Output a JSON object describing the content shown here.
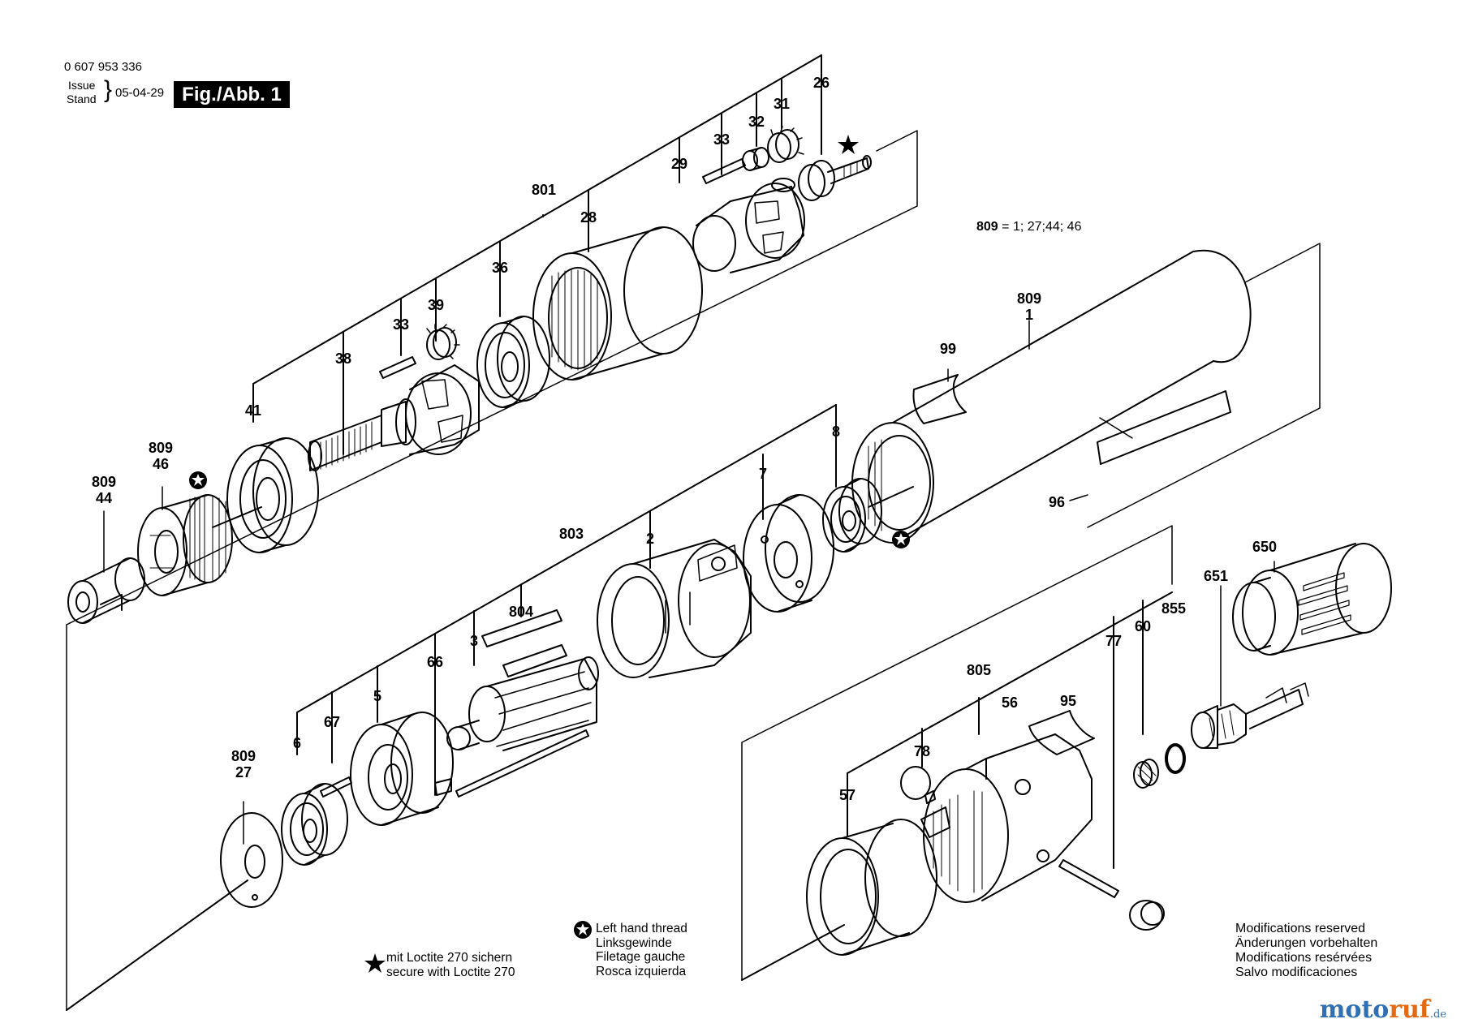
{
  "header": {
    "part_number": "0 607 953 336",
    "issue_label": "Issue",
    "stand_label": "Stand",
    "date": "05-04-29",
    "figure_label": "Fig./Abb. 1"
  },
  "kit_formula": "= 1; 27;44; 46",
  "kit_formula_lead": "809",
  "legend_left_thread": [
    "Left hand thread",
    "Linksgewinde",
    "Filetage gauche",
    "Rosca izquierda"
  ],
  "legend_loctite": [
    "mit Loctite 270 sichern",
    "secure with Loctite 270"
  ],
  "modifications": [
    "Modifications reserved",
    "Änderungen vorbehalten",
    "Modifications resérvées",
    "Salvo modificaciones"
  ],
  "watermark": {
    "part1": "moto",
    "part2": "ruf",
    "part3": ".de"
  },
  "colors": {
    "ink": "#000000",
    "paper": "#ffffff",
    "figure_box": "#000000",
    "wm_blue": "#2f6fb3",
    "wm_orange": "#e36a12"
  },
  "callouts": {
    "c801": "801",
    "c28": "28",
    "c29": "29",
    "c33a": "33",
    "c32": "32",
    "c31": "31",
    "c26": "26",
    "c36": "36",
    "c39": "39",
    "c33b": "33",
    "c38": "38",
    "c41": "41",
    "c809a": "809",
    "c46": "46",
    "c809b": "809",
    "c44": "44",
    "c809c": "809",
    "c1": "1",
    "c99": "99",
    "c96": "96",
    "c8": "8",
    "c7": "7",
    "c803": "803",
    "c2": "2",
    "c804": "804",
    "c3": "3",
    "c66": "66",
    "c5": "5",
    "c67": "67",
    "c6": "6",
    "c809d": "809",
    "c27": "27",
    "c650": "650",
    "c651": "651",
    "c855": "855",
    "c60": "60",
    "c77": "77",
    "c805": "805",
    "c56": "56",
    "c95": "95",
    "c78": "78",
    "c57": "57"
  },
  "symbols": {
    "star": "star-icon",
    "left_thread": "left-thread-icon"
  }
}
